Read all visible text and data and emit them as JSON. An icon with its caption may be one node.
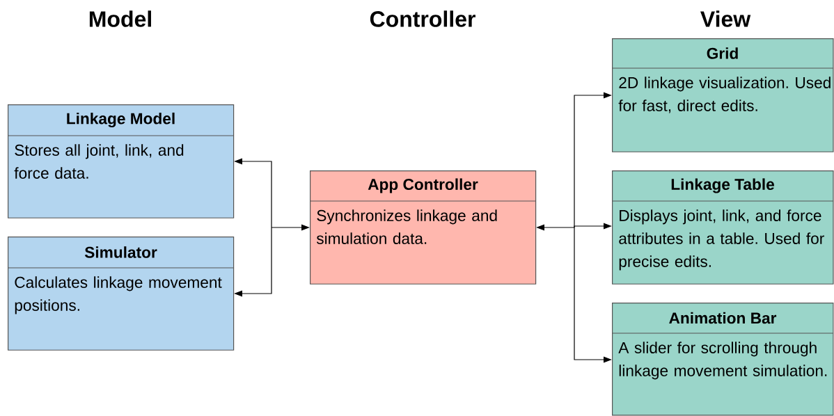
{
  "diagram": {
    "nodes": [
      {
        "text": [
          "Linkage Model",
          "Stores all joint, link, and force data."
        ]
      },
      {
        "text": [
          "Simulator",
          "Calculates linkage movement positions."
        ]
      },
      {
        "text": [
          "App Controller",
          "Synchronizes linkage and simulation data."
        ]
      },
      {
        "text": [
          "Grid",
          "2D linkage visualization. Used for fast, direct edits."
        ]
      },
      {
        "text": [
          "Linkage Table",
          "Displays joint, link, and force attributes in a table. Used for precise edits."
        ]
      },
      {
        "text": [
          "Animation Bar",
          "A slider for scrolling through linkage movement simulation."
        ]
      }
    ],
    "edges": [
      {
        "from": 2,
        "to": 0,
        "arrow": "both"
      },
      {
        "from": 2,
        "to": 1,
        "arrow": "both"
      },
      {
        "from": 2,
        "to": 3,
        "arrow": "both"
      },
      {
        "from": 2,
        "to": 4,
        "arrow": "both"
      },
      {
        "from": 2,
        "to": 5,
        "arrow": "both"
      }
    ],
    "labels": [
      "Model",
      "Controller",
      "View"
    ]
  }
}
